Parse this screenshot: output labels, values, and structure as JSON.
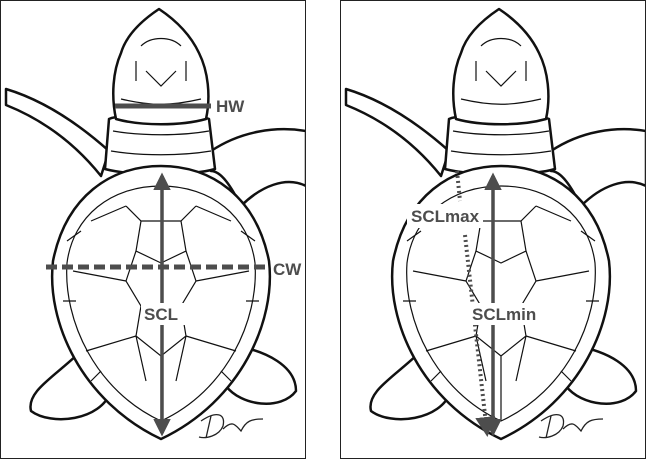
{
  "left_panel": {
    "labels": {
      "head_width": "HW",
      "carapace_width": "CW",
      "carapace_length": "SCL"
    }
  },
  "right_panel": {
    "labels": {
      "max_length": "SCLmax",
      "min_length": "SCLmin"
    }
  },
  "colors": {
    "outline": "#111111",
    "measure": "#4d4d4d",
    "background": "#ffffff"
  }
}
